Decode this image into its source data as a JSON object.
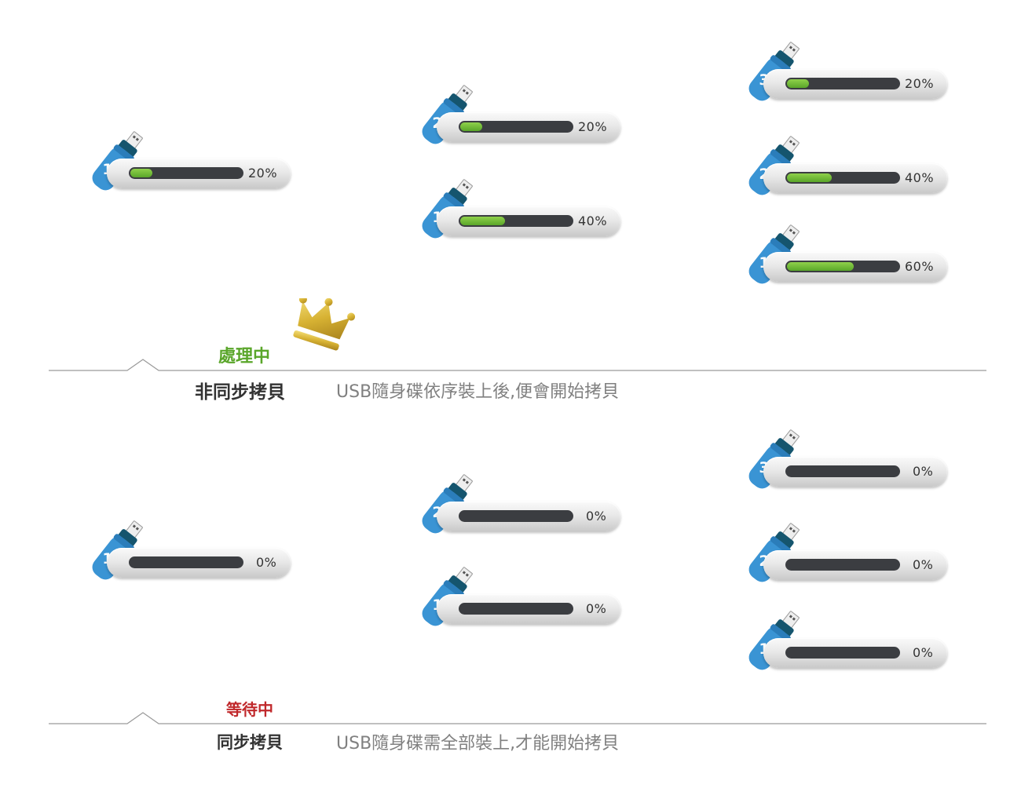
{
  "colors": {
    "usb_blue": "#3a94d4",
    "usb_cap": "#15556e",
    "progress_green": "#6cbd34",
    "track": "#3b3d41",
    "processing": "#5aa62a",
    "waiting": "#c0282b",
    "crown_gold": "#d7b233"
  },
  "async_section": {
    "status": "處理中",
    "title": "非同步拷貝",
    "description": "USB隨身碟依序裝上後,便會開始拷貝",
    "groups": [
      {
        "drives": [
          {
            "number": "1",
            "progress": 20,
            "label": "20%"
          }
        ]
      },
      {
        "drives": [
          {
            "number": "2",
            "progress": 20,
            "label": "20%"
          },
          {
            "number": "1",
            "progress": 40,
            "label": "40%"
          }
        ]
      },
      {
        "drives": [
          {
            "number": "3",
            "progress": 20,
            "label": "20%"
          },
          {
            "number": "2",
            "progress": 40,
            "label": "40%"
          },
          {
            "number": "1",
            "progress": 60,
            "label": "60%"
          }
        ]
      }
    ]
  },
  "sync_section": {
    "status": "等待中",
    "title": "同步拷貝",
    "description": "USB隨身碟需全部裝上,才能開始拷貝",
    "groups": [
      {
        "drives": [
          {
            "number": "1",
            "progress": 0,
            "label": "0%"
          }
        ]
      },
      {
        "drives": [
          {
            "number": "2",
            "progress": 0,
            "label": "0%"
          },
          {
            "number": "1",
            "progress": 0,
            "label": "0%"
          }
        ]
      },
      {
        "drives": [
          {
            "number": "3",
            "progress": 0,
            "label": "0%"
          },
          {
            "number": "2",
            "progress": 0,
            "label": "0%"
          },
          {
            "number": "1",
            "progress": 0,
            "label": "0%"
          }
        ]
      }
    ]
  }
}
